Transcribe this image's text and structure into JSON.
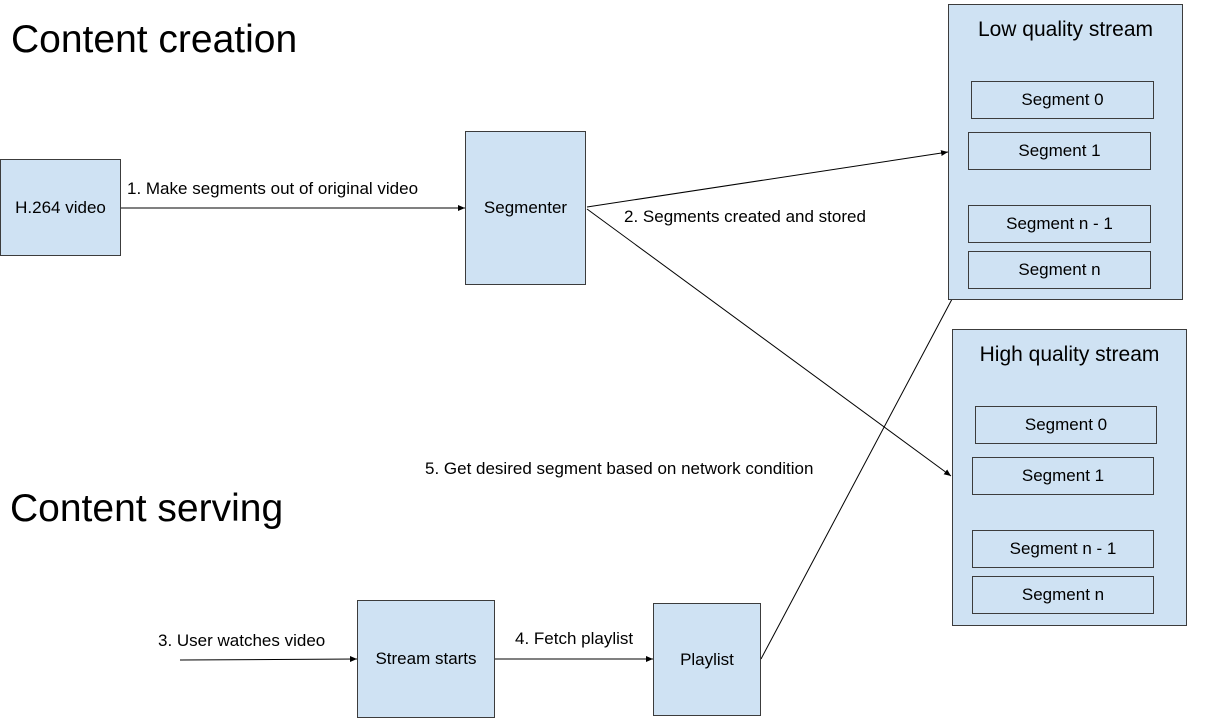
{
  "headings": {
    "creation": "Content creation",
    "serving": "Content serving"
  },
  "nodes": {
    "h264": "H.264 video",
    "segmenter": "Segmenter",
    "stream_starts": "Stream starts",
    "playlist": "Playlist"
  },
  "streams": {
    "low": {
      "title": "Low quality stream",
      "segments": [
        "Segment 0",
        "Segment 1",
        "Segment n - 1",
        "Segment n"
      ]
    },
    "high": {
      "title": "High quality stream",
      "segments": [
        "Segment 0",
        "Segment 1",
        "Segment n - 1",
        "Segment n"
      ]
    }
  },
  "edges": {
    "step1": "1. Make segments out of original video",
    "step2": "2. Segments created and stored",
    "step3": "3. User watches video",
    "step4": "4. Fetch playlist",
    "step5": "5. Get desired segment based on network condition"
  },
  "colors": {
    "box_fill": "#cfe2f3",
    "box_border": "#3c3c3c",
    "line": "#000000"
  }
}
